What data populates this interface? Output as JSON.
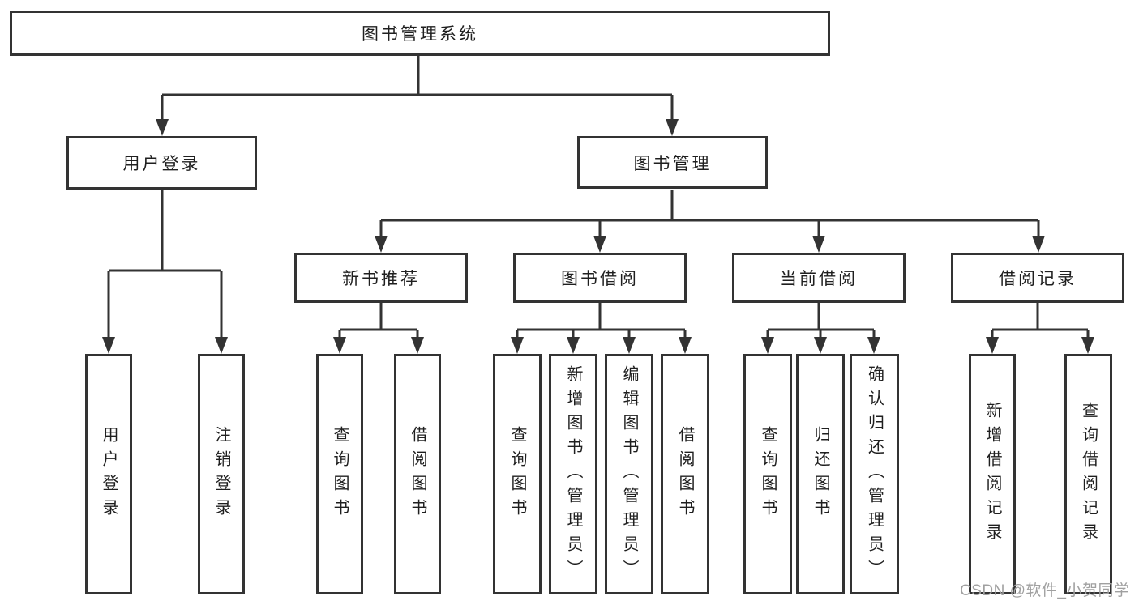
{
  "diagram": {
    "root": {
      "label": "图书管理系统"
    },
    "branches": [
      {
        "label": "用户登录",
        "children": [
          {
            "label": "用户登录"
          },
          {
            "label": "注销登录"
          }
        ]
      },
      {
        "label": "图书管理",
        "children": [
          {
            "label": "新书推荐",
            "children": [
              {
                "label": "查询图书"
              },
              {
                "label": "借阅图书"
              }
            ]
          },
          {
            "label": "图书借阅",
            "children": [
              {
                "label": "查询图书"
              },
              {
                "label": "新增图书（管理员）"
              },
              {
                "label": "编辑图书（管理员）"
              },
              {
                "label": "借阅图书"
              }
            ]
          },
          {
            "label": "当前借阅",
            "children": [
              {
                "label": "查询图书"
              },
              {
                "label": "归还图书"
              },
              {
                "label": "确认归还（管理员）"
              }
            ]
          },
          {
            "label": "借阅记录",
            "children": [
              {
                "label": "新增借阅记录"
              },
              {
                "label": "查询借阅记录"
              }
            ]
          }
        ]
      }
    ]
  },
  "watermark": {
    "text": "CSDN @软件_小贺同学"
  },
  "colors": {
    "line": "#333333",
    "text": "#1f1f1f",
    "box_bg": "#ffffff",
    "watermark": "#a0a0a0"
  }
}
